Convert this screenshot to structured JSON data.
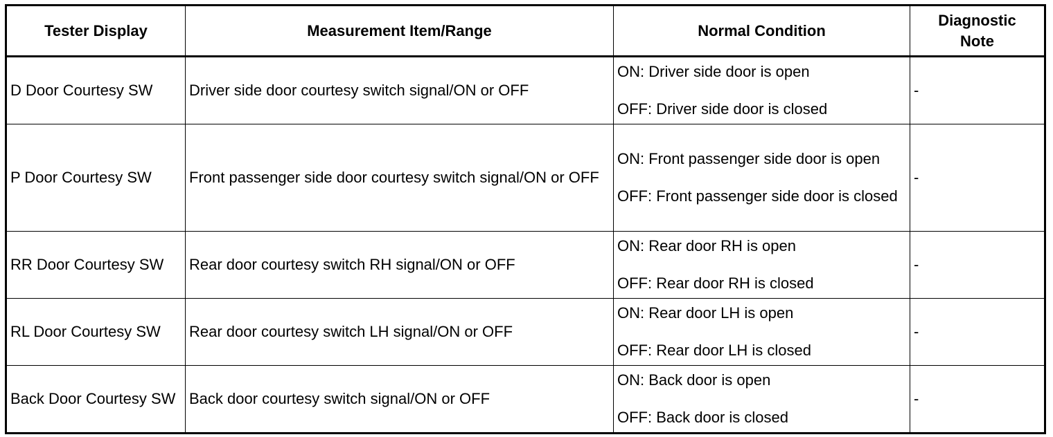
{
  "table": {
    "headers": [
      "Tester Display",
      "Measurement Item/Range",
      "Normal Condition",
      "Diagnostic Note"
    ],
    "rows": [
      {
        "tester_display": "D Door Courtesy SW",
        "measurement": "Driver side door courtesy switch signal/ON or OFF",
        "normal_on": "ON: Driver side door is open",
        "normal_off": "OFF: Driver side door is closed",
        "note": "-"
      },
      {
        "tester_display": "P Door Courtesy SW",
        "measurement": "Front passenger side door courtesy switch signal/ON or OFF",
        "normal_on": "ON: Front passenger side door is open",
        "normal_off": "OFF: Front passenger side door is closed",
        "note": "-"
      },
      {
        "tester_display": "RR Door Courtesy SW",
        "measurement": "Rear door courtesy switch RH signal/ON or OFF",
        "normal_on": "ON: Rear door RH is open",
        "normal_off": "OFF: Rear door RH is closed",
        "note": "-"
      },
      {
        "tester_display": "RL Door Courtesy SW",
        "measurement": "Rear door courtesy switch LH signal/ON or OFF",
        "normal_on": "ON: Rear door LH is open",
        "normal_off": "OFF: Rear door LH is closed",
        "note": "-"
      },
      {
        "tester_display": "Back Door Courtesy SW",
        "measurement": "Back door courtesy switch signal/ON or OFF",
        "normal_on": "ON: Back door is open",
        "normal_off": "OFF: Back door is closed",
        "note": "-"
      }
    ]
  }
}
